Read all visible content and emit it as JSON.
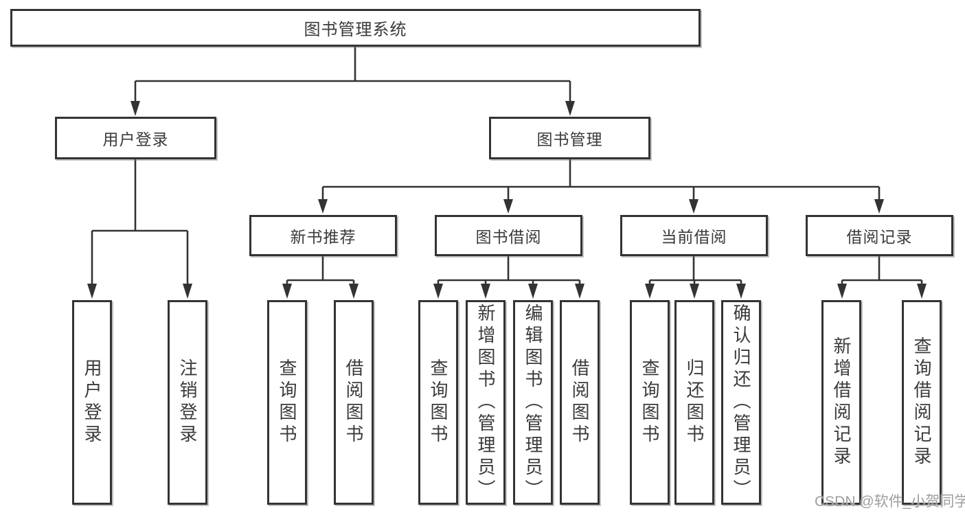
{
  "diagram_title": "图书管理系统",
  "tree": {
    "root": {
      "label": "图书管理系统",
      "children": [
        {
          "label": "用户登录",
          "children": [
            {
              "label": "用户登录"
            },
            {
              "label": "注销登录"
            }
          ]
        },
        {
          "label": "图书管理",
          "children": [
            {
              "label": "新书推荐",
              "children": [
                {
                  "label": "查询图书"
                },
                {
                  "label": "借阅图书"
                }
              ]
            },
            {
              "label": "图书借阅",
              "children": [
                {
                  "label": "查询图书"
                },
                {
                  "label": "新增图书（管理员）"
                },
                {
                  "label": "编辑图书（管理员）"
                },
                {
                  "label": "借阅图书"
                }
              ]
            },
            {
              "label": "当前借阅",
              "children": [
                {
                  "label": "查询图书"
                },
                {
                  "label": "归还图书"
                },
                {
                  "label": "确认归还（管理员）"
                }
              ]
            },
            {
              "label": "借阅记录",
              "children": [
                {
                  "label": "新增借阅记录"
                },
                {
                  "label": "查询借阅记录"
                }
              ]
            }
          ]
        }
      ]
    }
  },
  "watermark": {
    "text": "CSDN @软件_小贺同学",
    "color": "#9e9e9e"
  },
  "colors": {
    "line": "#333333",
    "box_border": "#333333",
    "box_bg": "#ffffff",
    "text": "#3a3a3a"
  }
}
